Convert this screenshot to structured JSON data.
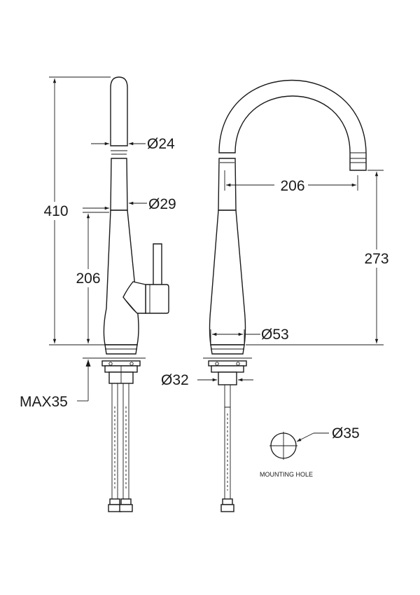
{
  "side_view": {
    "total_height": "410",
    "spout_diameter_top": "Ø24",
    "spout_diameter_lower": "Ø29",
    "lever_height": "206",
    "max_deck_thickness": "MAX35"
  },
  "front_view": {
    "spout_reach": "206",
    "spout_outlet_height": "273",
    "base_diameter": "Ø53",
    "shank_diameter": "Ø32"
  },
  "mounting_hole": {
    "diameter": "Ø35",
    "label": "MOUNTING HOLE"
  }
}
